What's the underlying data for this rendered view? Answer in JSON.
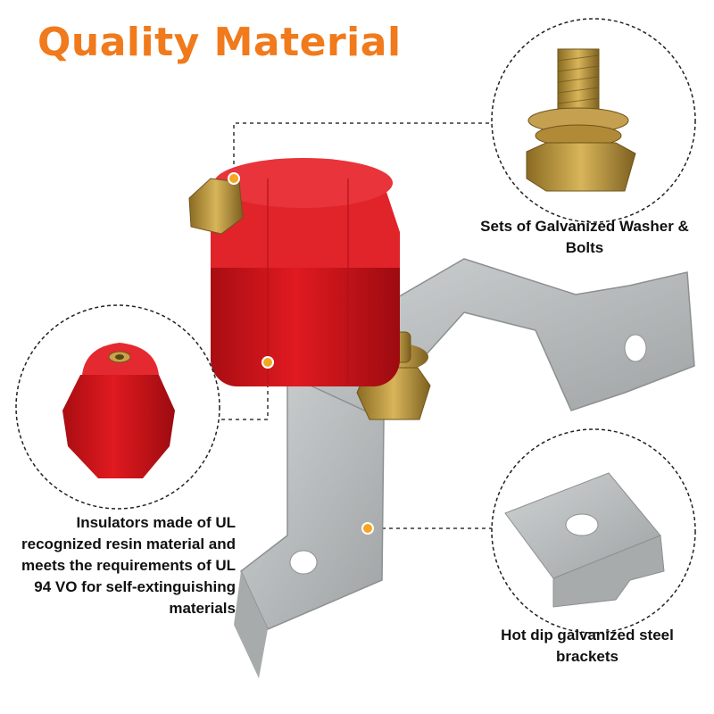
{
  "title": "Quality Material",
  "captions": {
    "washer_bolts": "Sets of Galvanized Washer & Bolts",
    "insulator": "Insulators made of UL recognized resin material and meets the requirements of UL 94 VO for self-extinguishing materials",
    "bracket": "Hot dip galvanized steel brackets"
  },
  "colors": {
    "title": "#f07a1c",
    "accent_dot": "#f5a623",
    "insulator_red": "#d8141b",
    "galvanized_steel": "#b8bcbd",
    "brass_bolt": "#c9a24a",
    "leader_line": "#333333",
    "callout_circle": "#222222"
  },
  "icons": [
    "insulator-closeup",
    "bolt-washer-closeup",
    "bracket-closeup"
  ]
}
